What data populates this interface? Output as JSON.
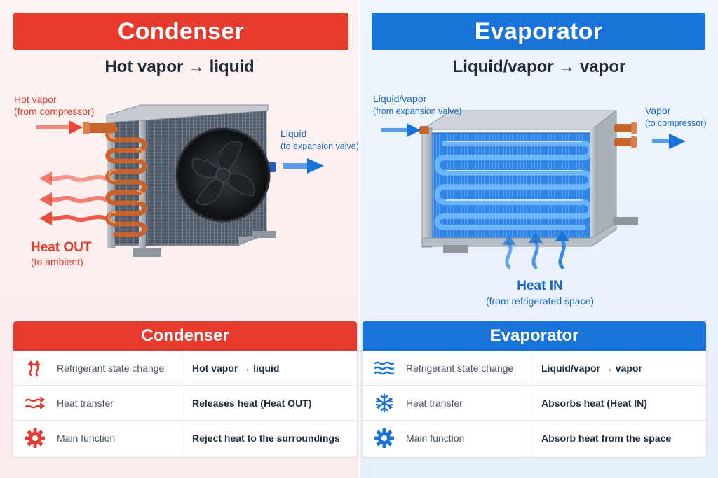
{
  "condenser": {
    "title": "Condenser",
    "subtitle": "Hot vapor → liquid",
    "inlet_label": "Hot vapor",
    "inlet_sub": "(from compressor)",
    "outlet_label": "Liquid",
    "outlet_sub": "(to expansion valve)",
    "heat_label": "Heat OUT",
    "heat_sub": "(to ambient)",
    "table_title": "Condenser",
    "rows": [
      {
        "key": "Refrigerant state change",
        "value": "Hot vapor → liquid",
        "icon": "heat-waves-icon"
      },
      {
        "key": "Heat transfer",
        "value": "Releases heat (Heat OUT)",
        "icon": "heat-flow-icon"
      },
      {
        "key": "Main function",
        "value": "Reject heat to the surroundings",
        "icon": "gear-icon"
      }
    ],
    "color": "#e63a2f"
  },
  "evaporator": {
    "title": "Evaporator",
    "subtitle": "Liquid/vapor → vapor",
    "inlet_label": "Liquid/vapor",
    "inlet_sub": "(from expansion valve)",
    "outlet_label": "Vapor",
    "outlet_sub": "(to compressor)",
    "heat_label": "Heat IN",
    "heat_sub": "(from refrigerated space)",
    "table_title": "Evaporator",
    "rows": [
      {
        "key": "Refrigerant state change",
        "value": "Liquid/vapor → vapor",
        "icon": "waves-icon"
      },
      {
        "key": "Heat transfer",
        "value": "Absorbs heat (Heat IN)",
        "icon": "snowflake-icon"
      },
      {
        "key": "Main function",
        "value": "Absorb heat from the space",
        "icon": "gear-icon"
      }
    ],
    "color": "#1a73d9"
  }
}
